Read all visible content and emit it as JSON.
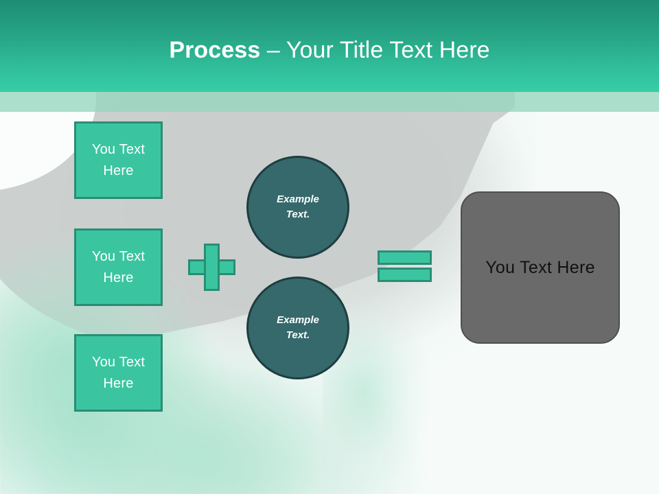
{
  "slide": {
    "title_bold": "Process",
    "title_rest": " – Your Title Text Here"
  },
  "colors": {
    "header_gradient_top": "#1d8d73",
    "header_gradient_bottom": "#36cda7",
    "header_accent_band": "#96d6be",
    "teal_fill": "#3ac5a0",
    "teal_border": "#2a8d74",
    "circle_fill": "#35696b",
    "circle_border": "#1e3d40",
    "result_fill": "#6a6a6a",
    "result_border": "#4f4f4f",
    "slide_background": "#f5fbfa",
    "background_blob_gray": "#c9cecc"
  },
  "steps": [
    {
      "line1": "You Text",
      "line2": "Here"
    },
    {
      "line1": "You Text",
      "line2": "Here"
    },
    {
      "line1": "You Text",
      "line2": "Here"
    }
  ],
  "operators": {
    "plus": "plus-sign",
    "equals": "equals-sign"
  },
  "circles": [
    {
      "line1": "Example",
      "line2": "Text."
    },
    {
      "line1": "Example",
      "line2": "Text."
    }
  ],
  "result": {
    "label": "You Text Here"
  }
}
